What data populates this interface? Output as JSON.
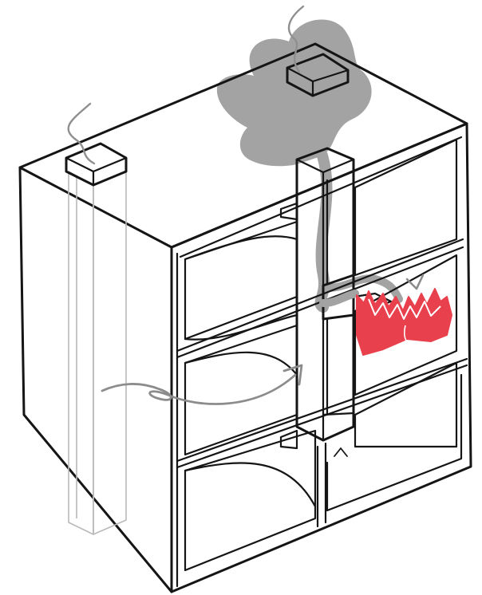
{
  "diagram": {
    "elements": [
      "cabinet",
      "hidden-vertical-shaft",
      "exhaust-shaft",
      "exhaust-vent",
      "smoke-plume",
      "fire",
      "airflow-arrow",
      "airflow-inlet-marker"
    ]
  },
  "colors": {
    "ink": "#151515",
    "smoke": "#a3a3a3",
    "fire": "#e8414d",
    "fire_outline": "#ffffff",
    "airflow": "#8c8c8c",
    "hidden_lines": "#b9b9b9"
  },
  "icons": {
    "inlet": "caret-up-icon",
    "airflow": "curved-arrow-icon"
  }
}
